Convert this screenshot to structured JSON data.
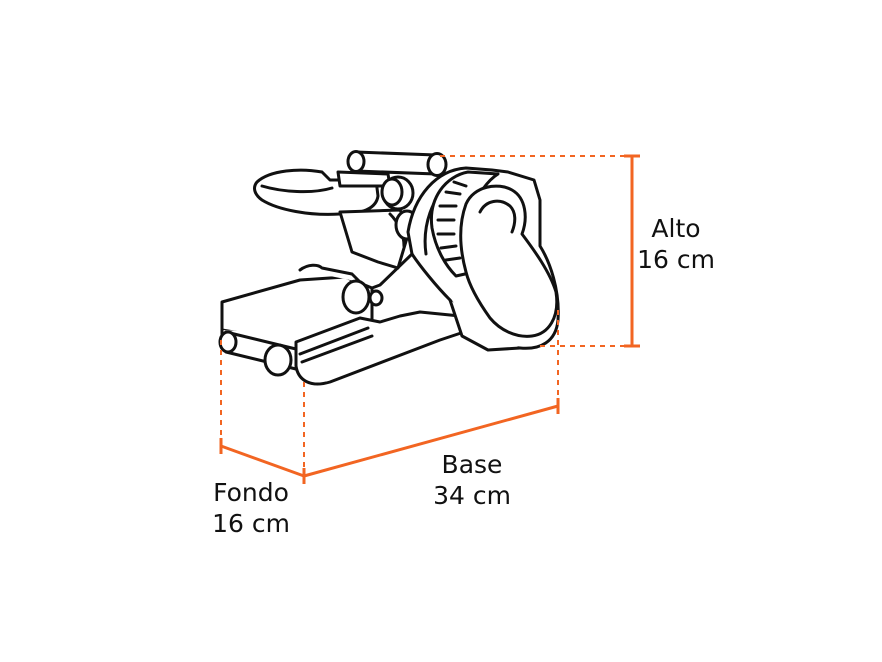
{
  "dimensions": {
    "alto": {
      "name": "Alto",
      "value": "16 cm"
    },
    "base": {
      "name": "Base",
      "value": "34 cm"
    },
    "fondo": {
      "name": "Fondo",
      "value": "16 cm"
    }
  },
  "colors": {
    "dimension_line": "#f26522",
    "outline": "#111111",
    "fill": "#ffffff"
  }
}
